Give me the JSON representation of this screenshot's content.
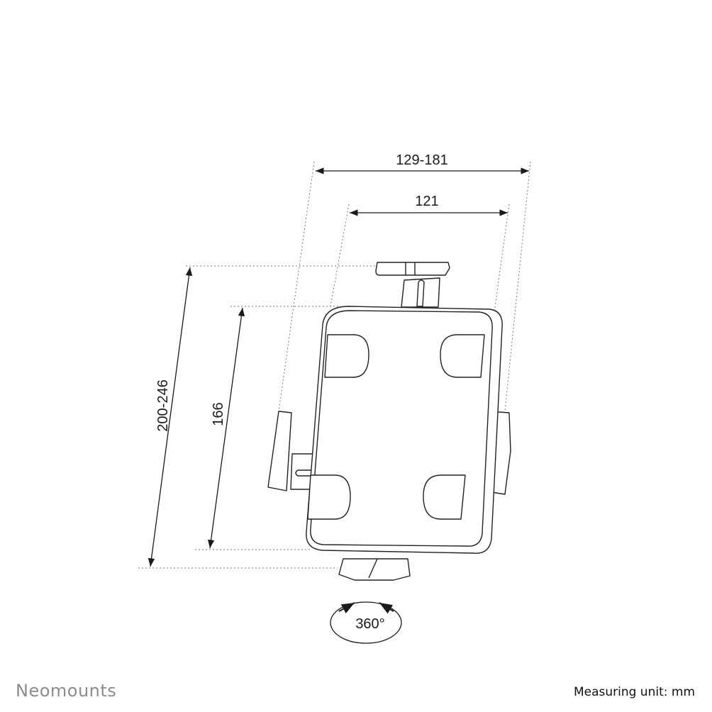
{
  "dimensions": {
    "width_range": "129-181",
    "width_inner": "121",
    "height_range": "200-246",
    "height_inner": "166",
    "rotation": "360°"
  },
  "footer": {
    "brand": "Neomounts",
    "unit_label": "Measuring unit: mm"
  },
  "colors": {
    "line": "#1a1a1a",
    "brand": "#8c8c8c"
  }
}
